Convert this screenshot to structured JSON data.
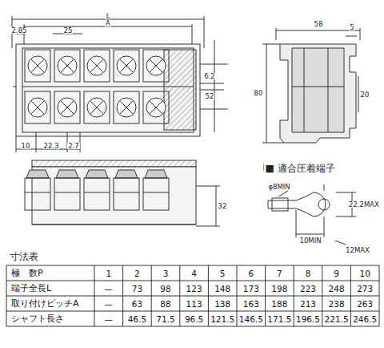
{
  "diagram": {
    "labels": [
      "L",
      "A",
      "2.85",
      "25",
      "6.2",
      "52",
      "10",
      "22.3",
      "2.7",
      "58",
      "5",
      "80",
      "20",
      "32",
      "■ 適合圧着端子",
      "φ8MIN",
      "22.2MAX",
      "10MIN",
      "12MAX",
      "寸法表",
      "極　数P",
      "1",
      "2",
      "3",
      "4",
      "5",
      "6",
      "7",
      "8",
      "9",
      "10",
      "端子全長L",
      "—",
      "73",
      "98",
      "123",
      "148",
      "173",
      "198",
      "223",
      "248",
      "273",
      "取り付けピッチA",
      "—",
      "63",
      "88",
      "113",
      "138",
      "163",
      "188",
      "213",
      "238",
      "263",
      "シャフト長さ",
      "—",
      "46.5",
      "71.5",
      "96.5",
      "121.5",
      "146.5",
      "171.5",
      "196.5",
      "221.5",
      "246.5"
    ]
  }
}
